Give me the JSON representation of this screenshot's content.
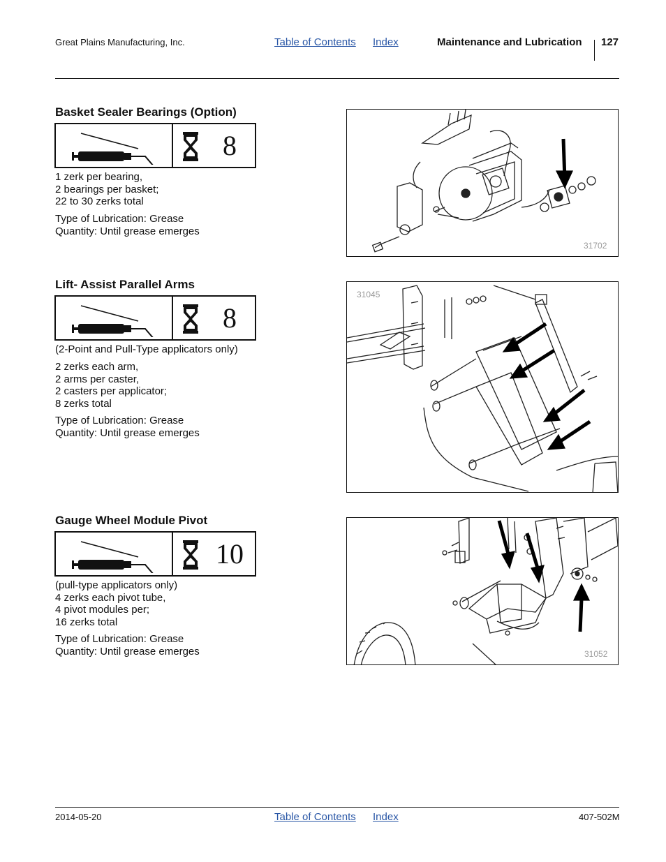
{
  "header": {
    "company": "Great Plains Manufacturing, Inc.",
    "toc_link": "Table of Contents",
    "index_link": "Index",
    "section": "Maintenance and Lubrication",
    "page_number": "127"
  },
  "sections": [
    {
      "title": "Basket Sealer Bearings (Option)",
      "interval_hours": "8",
      "note": "",
      "lines": [
        "1 zerk per bearing,",
        "2 bearings per basket;",
        "22 to 30 zerks total"
      ],
      "lube_type": "Type of Lubrication: Grease",
      "quantity": "Quantity: Until grease emerges",
      "figure_number": "31702"
    },
    {
      "title": "Lift- Assist Parallel Arms",
      "interval_hours": "8",
      "note": "(2-Point and Pull-Type applicators only)",
      "lines": [
        "2 zerks each arm,",
        "2 arms per caster,",
        "2 casters per applicator;",
        "8 zerks total"
      ],
      "lube_type": "Type of Lubrication: Grease",
      "quantity": "Quantity: Until grease emerges",
      "figure_number": "31045"
    },
    {
      "title": "Gauge Wheel Module Pivot",
      "interval_hours": "10",
      "note": "",
      "lines": [
        "(pull-type applicators only)",
        "4 zerks each pivot tube,",
        "4 pivot modules per;",
        "16 zerks total"
      ],
      "lube_type": "Type of Lubrication: Grease",
      "quantity": "Quantity: Until grease emerges",
      "figure_number": "31052"
    }
  ],
  "icons": {
    "lubricant": "grease-gun-icon",
    "interval": "hourglass-icon"
  },
  "footer": {
    "date": "2014-05-20",
    "toc_link": "Table of Contents",
    "index_link": "Index",
    "doc_code": "407-502M"
  }
}
